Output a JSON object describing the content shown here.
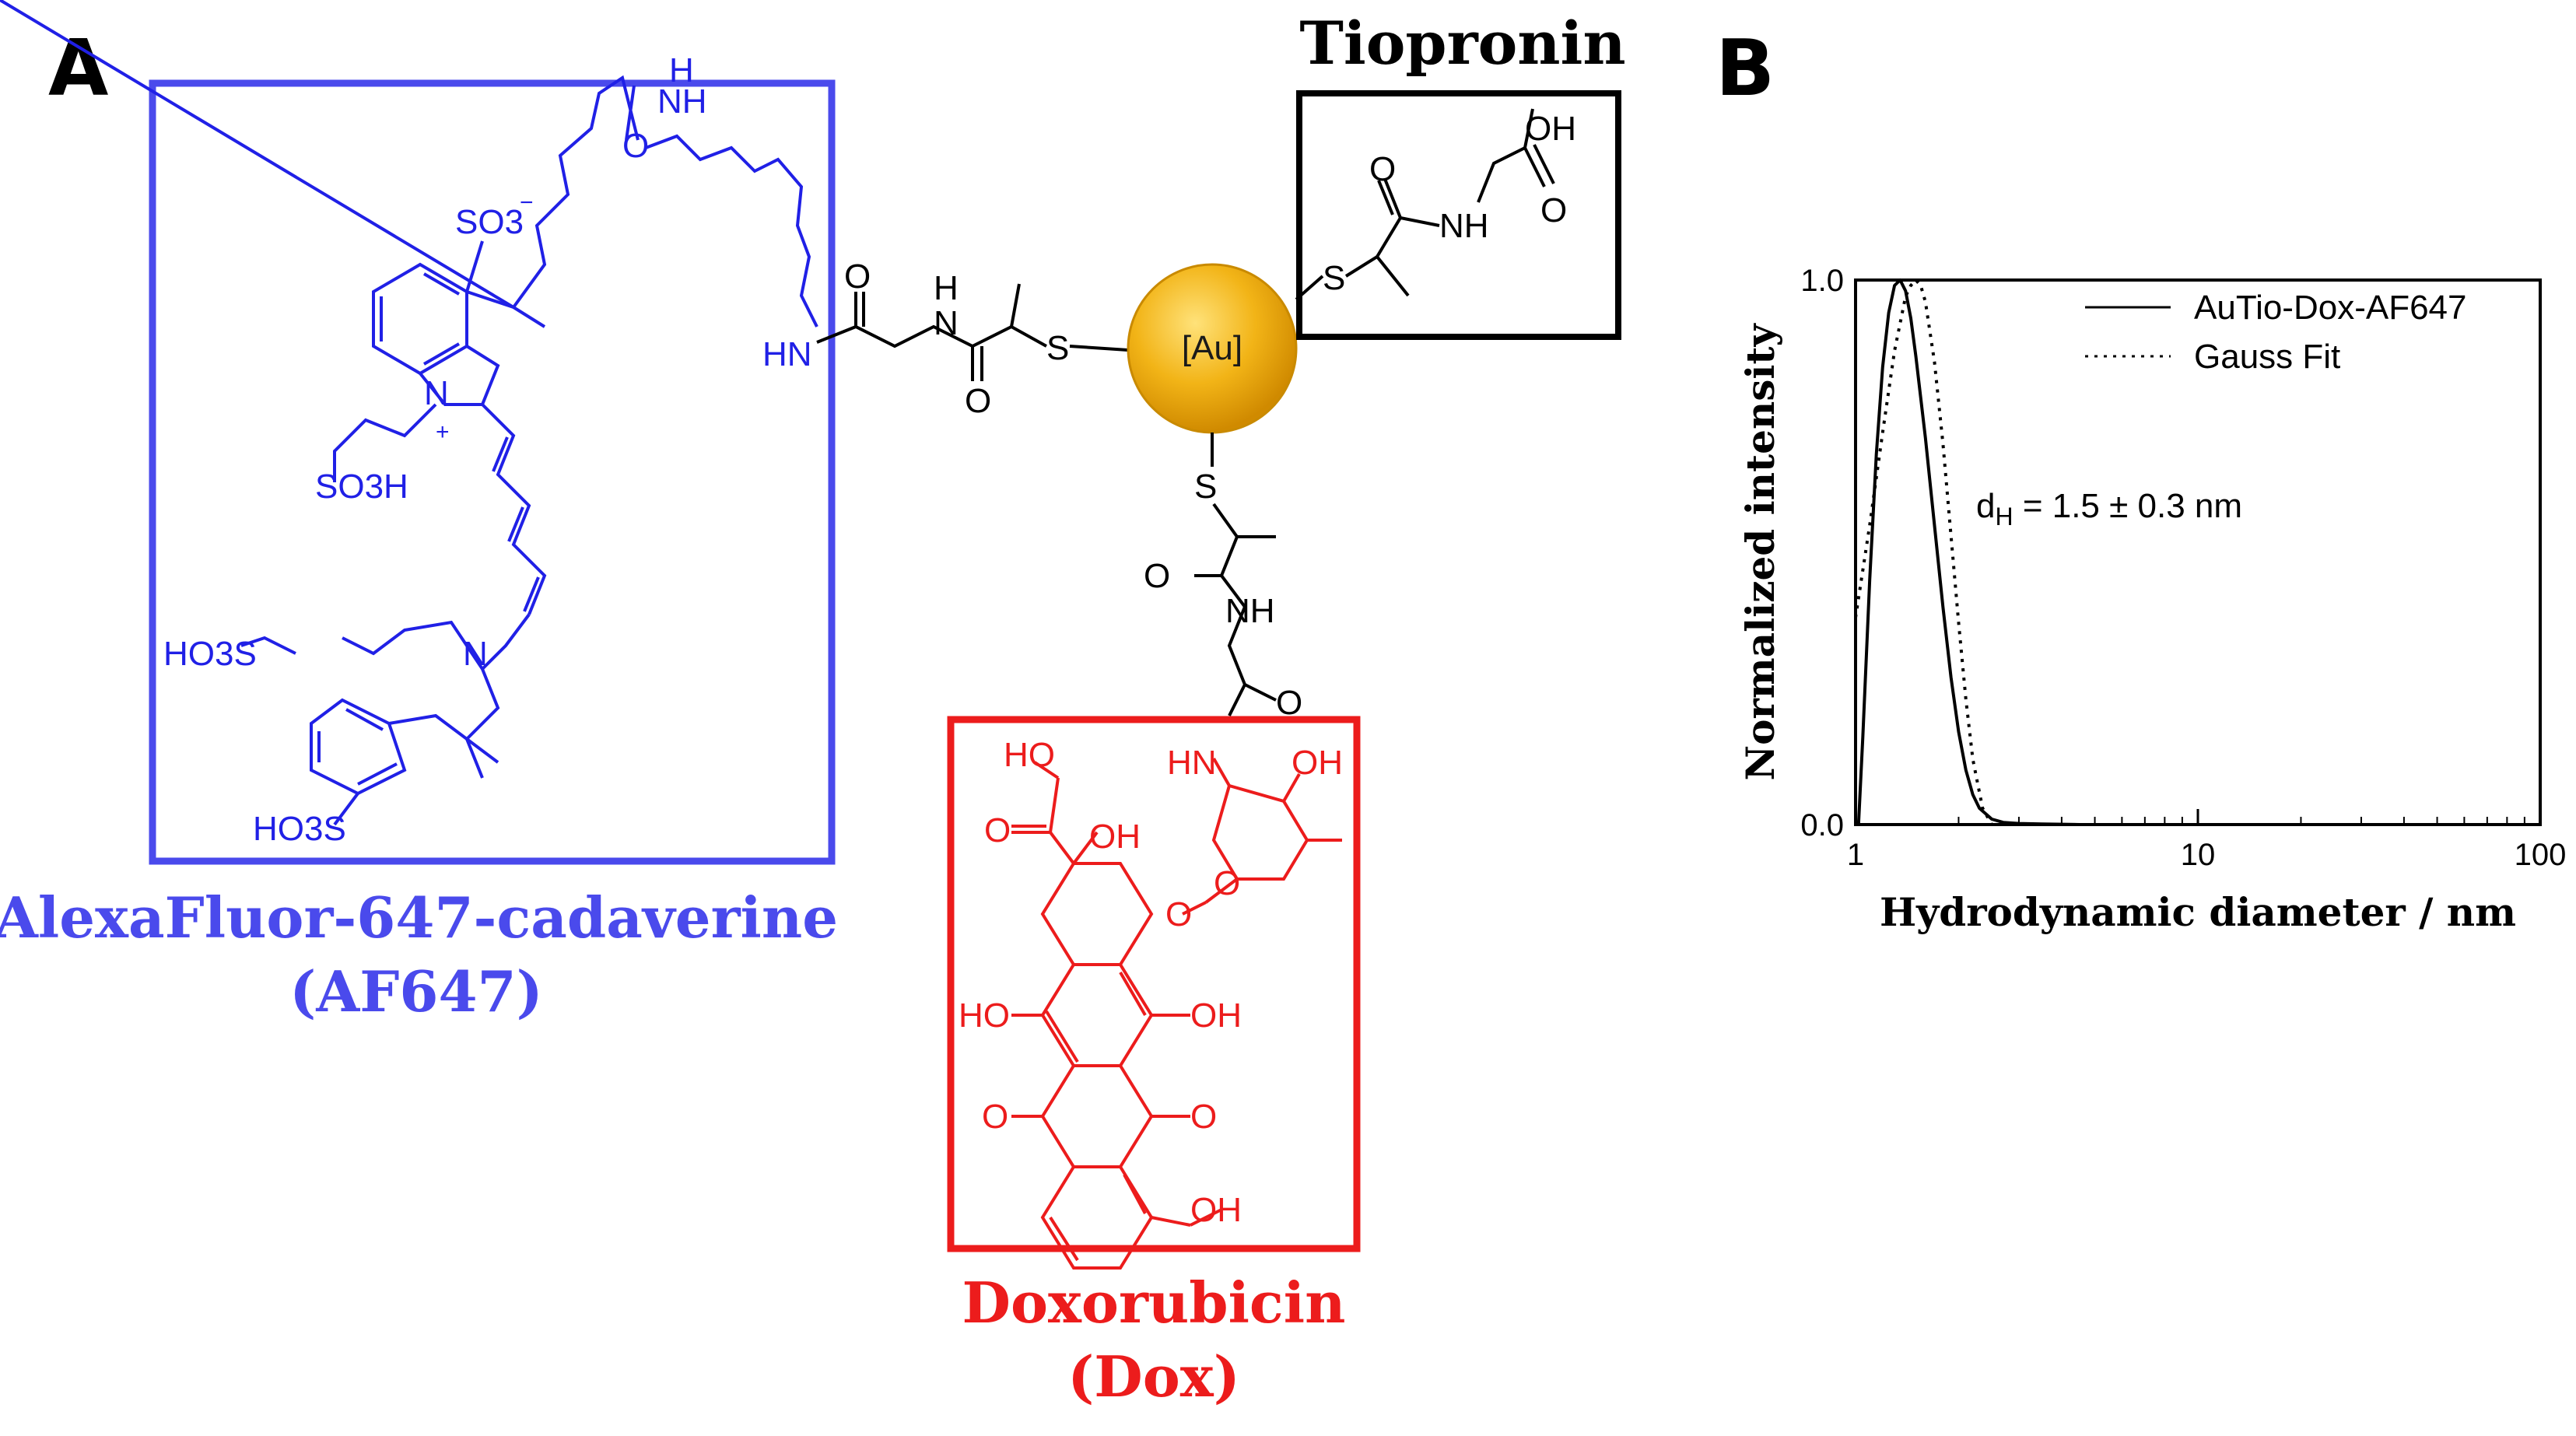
{
  "panelA": {
    "letter": "A",
    "af647": {
      "name": "AlexaFluor-647-cadaverine",
      "abbr": "(AF647)",
      "color": "#4a4aec",
      "labels": [
        "SO3",
        "−",
        "NH",
        "H",
        "N",
        "+",
        "SO3H",
        "HO3S",
        "N",
        "HO3S",
        "O"
      ]
    },
    "tiopronin": {
      "name": "Tiopronin",
      "labels": [
        "OH",
        "O",
        "NH",
        "O",
        "S"
      ],
      "color": "#000000"
    },
    "gold": {
      "label": "[Au]",
      "color": "#f2b417"
    },
    "linker": {
      "labels": [
        "O",
        "H",
        "N",
        "S",
        "O",
        "S",
        "O",
        "NH",
        "O"
      ]
    },
    "doxorubicin": {
      "name": "Doxorubicin",
      "abbr": "(Dox)",
      "color": "#ec1c1c",
      "labels": [
        "HO",
        "OH",
        "HN",
        "OH",
        "O",
        "OH",
        "O",
        "HO",
        "OH",
        "O",
        "O",
        "O"
      ]
    }
  },
  "panelB": {
    "letter": "B",
    "chart_data": {
      "type": "line",
      "xlabel": "Hydrodynamic diameter / nm",
      "ylabel": "Normalized intensity",
      "xscale": "log",
      "xlim": [
        1,
        100
      ],
      "ylim": [
        0,
        1
      ],
      "xticks": [
        1,
        10,
        100
      ],
      "xtick_labels": [
        "1",
        "10",
        "100"
      ],
      "yticks": [
        0.0,
        1.0
      ],
      "ytick_labels": [
        "0.0",
        "1.0"
      ],
      "legend_position": "top-right",
      "annotation": "d_H = 1.5 ± 0.3 nm",
      "annotation_parts": {
        "main": "d",
        "sub": "H",
        "rest": " = 1.5 ± 0.3 nm"
      },
      "series": [
        {
          "name": "AuTio-Dox-AF647",
          "style": "solid",
          "color": "#000000",
          "x": [
            1.02,
            1.05,
            1.1,
            1.15,
            1.2,
            1.25,
            1.3,
            1.35,
            1.4,
            1.45,
            1.5,
            1.6,
            1.7,
            1.8,
            1.9,
            2.0,
            2.1,
            2.2,
            2.3,
            2.5,
            2.7,
            3.0,
            3.5,
            4.5,
            100
          ],
          "y": [
            0.0,
            0.16,
            0.45,
            0.68,
            0.84,
            0.94,
            0.99,
            1.0,
            0.98,
            0.93,
            0.86,
            0.71,
            0.55,
            0.4,
            0.27,
            0.17,
            0.1,
            0.055,
            0.03,
            0.01,
            0.004,
            0.002,
            0.001,
            0.0,
            0.0
          ]
        },
        {
          "name": "Gauss Fit",
          "style": "dotted",
          "color": "#000000",
          "x": [
            1.0,
            1.1,
            1.2,
            1.3,
            1.4,
            1.45,
            1.5,
            1.55,
            1.6,
            1.7,
            1.8,
            1.9,
            2.0,
            2.1,
            2.2,
            2.35,
            2.5
          ],
          "y": [
            0.38,
            0.55,
            0.72,
            0.87,
            0.97,
            0.99,
            1.0,
            0.99,
            0.96,
            0.85,
            0.7,
            0.53,
            0.37,
            0.23,
            0.12,
            0.03,
            0.0
          ]
        }
      ]
    }
  }
}
